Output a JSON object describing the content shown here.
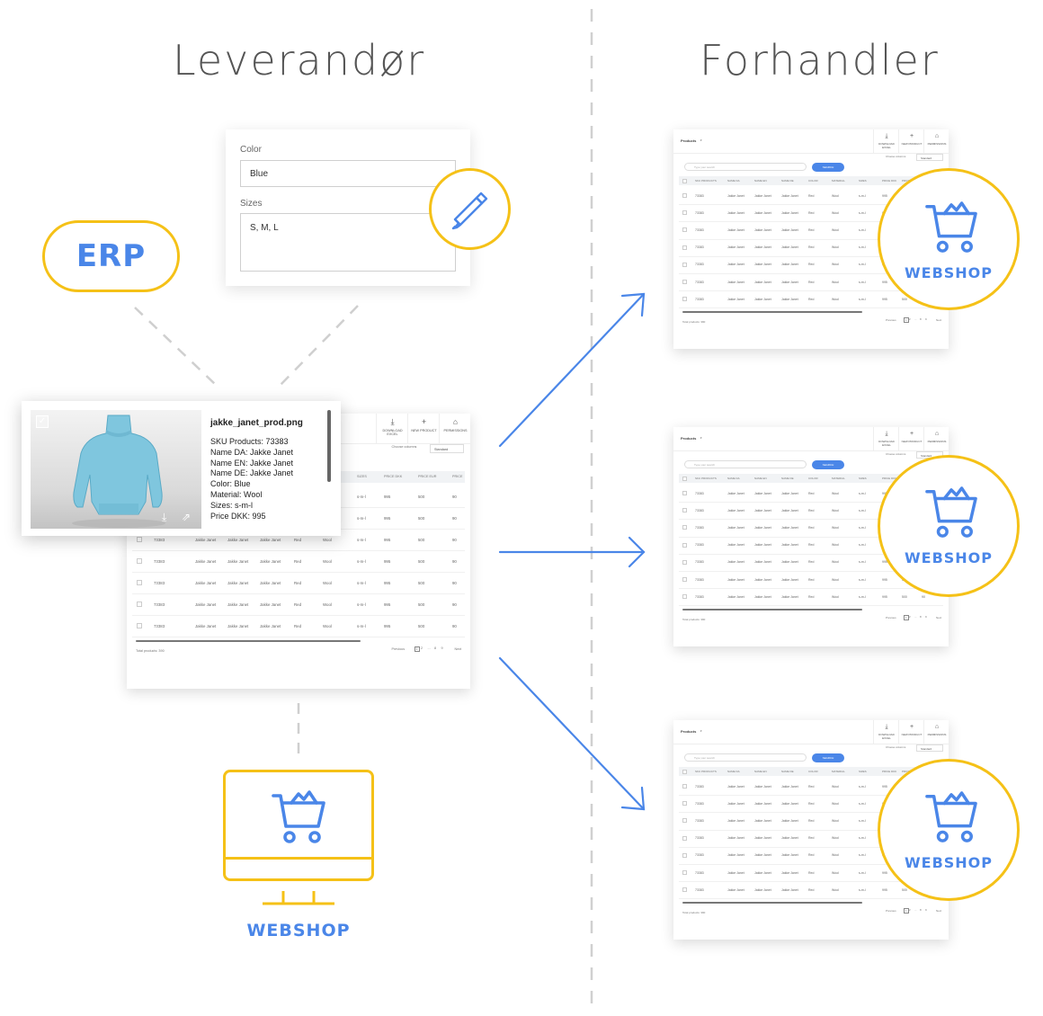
{
  "headings": {
    "left": "Leverandør",
    "right": "Forhandler"
  },
  "erp": {
    "label": "ERP"
  },
  "form": {
    "color_label": "Color",
    "color_value": "Blue",
    "sizes_label": "Sizes",
    "sizes_value": "S, M, L"
  },
  "popover": {
    "filename": "jakke_janet_prod.png",
    "lines": [
      "SKU Products: 73383",
      "Name DA: Jakke Janet",
      "Name EN: Jakke Janet",
      "Name DE: Jakke Janet",
      "Color: Blue",
      "Material: Wool",
      "Sizes: s-m-l",
      "Price DKK: 995"
    ]
  },
  "table": {
    "title": "Products",
    "tools": [
      "DOWNLOAD EXCEL",
      "NEW PRODUCT",
      "PERMISSIONS"
    ],
    "search_placeholder": "Type your search",
    "search_button": "SEARCH",
    "choose_columns": "Choose columns",
    "standard": "Standard",
    "columns": [
      "SKU PRODUCTS",
      "NAME DA",
      "NAME EN",
      "NAME DE",
      "COLOR",
      "MATERIAL",
      "SIZES",
      "PRICE DKK",
      "PRICE EUR",
      "PRICE"
    ],
    "row": [
      "73383",
      "Jakke Janet",
      "Jakke Janet",
      "Jakke Janet",
      "Red",
      "Wool",
      "s-m-l",
      "995",
      "500",
      "90"
    ],
    "total": "Total products: 390",
    "prev": "Previous",
    "pages": [
      "1",
      "2",
      "...",
      "8",
      "9"
    ],
    "next": "Next"
  },
  "webshop": {
    "label": "WEBSHOP"
  },
  "colors": {
    "accent_yellow": "#f5c117",
    "accent_blue": "#4a86e8",
    "dash_gray": "#cccccc"
  }
}
